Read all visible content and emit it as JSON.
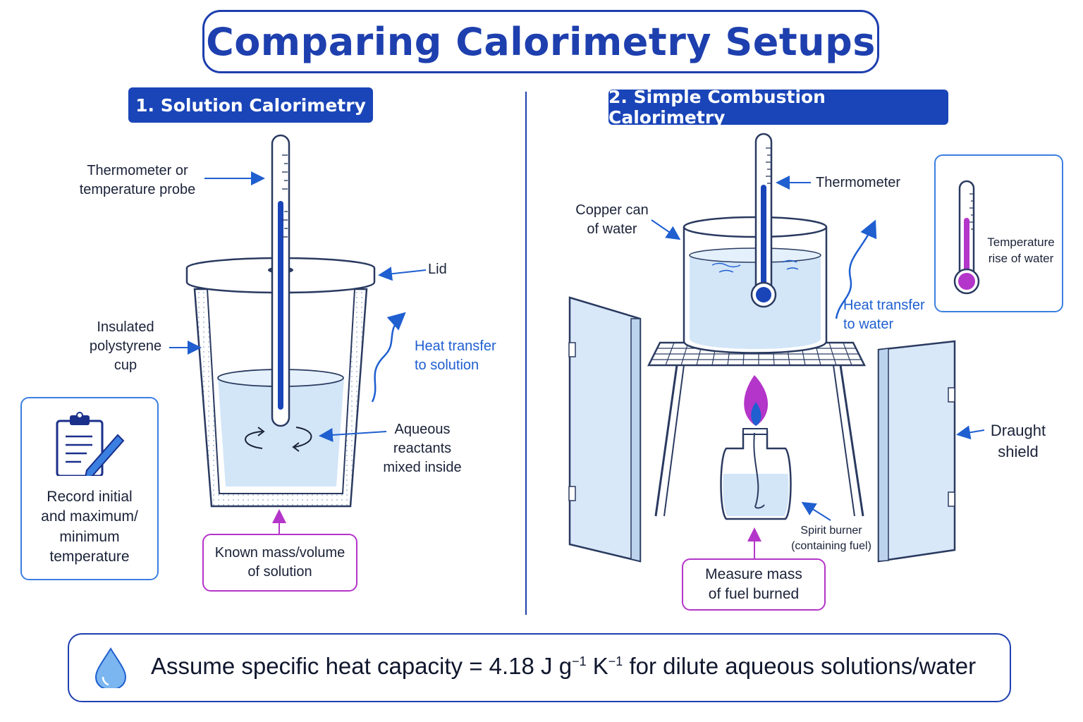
{
  "title": "Comparing Calorimetry Setups",
  "sections": {
    "solution": {
      "heading": "1. Solution Calorimetry",
      "labels": {
        "thermometer": [
          "Thermometer or",
          "temperature probe"
        ],
        "lid": "Lid",
        "cup": [
          "Insulated",
          "polystyrene",
          "cup"
        ],
        "heat": [
          "Heat transfer",
          "to solution"
        ],
        "reactants": [
          "Aqueous",
          "reactants",
          "mixed inside"
        ]
      },
      "record_note": [
        "Record initial",
        "and maximum/",
        "minimum",
        "temperature"
      ],
      "mass_note": [
        "Known mass/volume",
        "of solution"
      ]
    },
    "combustion": {
      "heading": "2. Simple Combustion Calorimetry",
      "labels": {
        "thermometer": "Thermometer",
        "can": [
          "Copper can",
          "of water"
        ],
        "heat": [
          "Heat transfer",
          "to water"
        ],
        "shield": [
          "Draught",
          "shield"
        ],
        "burner": [
          "Spirit burner",
          "(containing fuel)"
        ]
      },
      "temp_note": [
        "Temperature",
        "rise of water"
      ],
      "mass_note": [
        "Measure mass",
        "of fuel burned"
      ]
    }
  },
  "footer": {
    "prefix": "Assume specific heat capacity = 4.18 J g",
    "exp1": "−1",
    "mid": " K",
    "exp2": "−1",
    "suffix": " for dilute aqueous  solutions/water"
  },
  "colors": {
    "navy": "#1e3fae",
    "blue": "#1f5fd0",
    "purple": "#b435c9",
    "water": "#cfe3f7"
  },
  "icons": [
    "clipboard-pencil-icon",
    "water-drop-icon",
    "thermometer-icon",
    "flame-icon"
  ]
}
